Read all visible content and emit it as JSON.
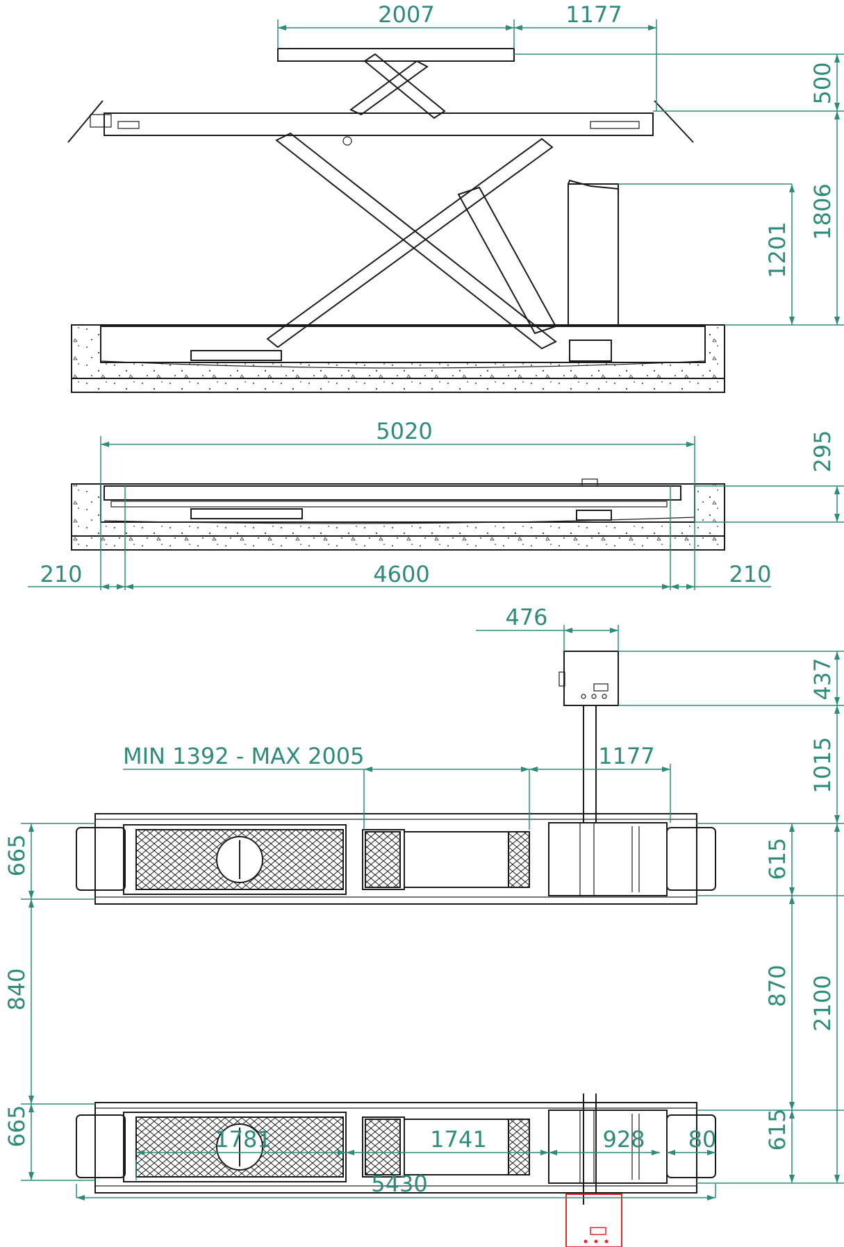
{
  "colors": {
    "dimension": "#2e8b7a",
    "outline": "#1a1a1a",
    "accent": "#e8262d"
  },
  "side_view": {
    "platform_length": "2007",
    "overhang": "1177",
    "extension_height": "500",
    "max_height": "1806",
    "console_height": "1201"
  },
  "lowered_view": {
    "total_length": "5020",
    "lowered_height": "295",
    "end_left": "210",
    "base_length": "4600",
    "end_right": "210"
  },
  "plan_view": {
    "console_width": "476",
    "console_depth": "437",
    "console_offset": "1015",
    "adjustable": "MIN 1392 - MAX 2005",
    "overhang_top": "1177",
    "runway_width_left_top": "665",
    "runway_gap_left": "840",
    "runway_width_left_bottom": "665",
    "runway_width_right_top": "615",
    "runway_gap_right": "870",
    "runway_width_right_bottom": "615",
    "overall_width": "2100",
    "seg_1": "1781",
    "seg_2": "1741",
    "seg_3": "928",
    "seg_4": "80",
    "overall_length": "5430"
  }
}
